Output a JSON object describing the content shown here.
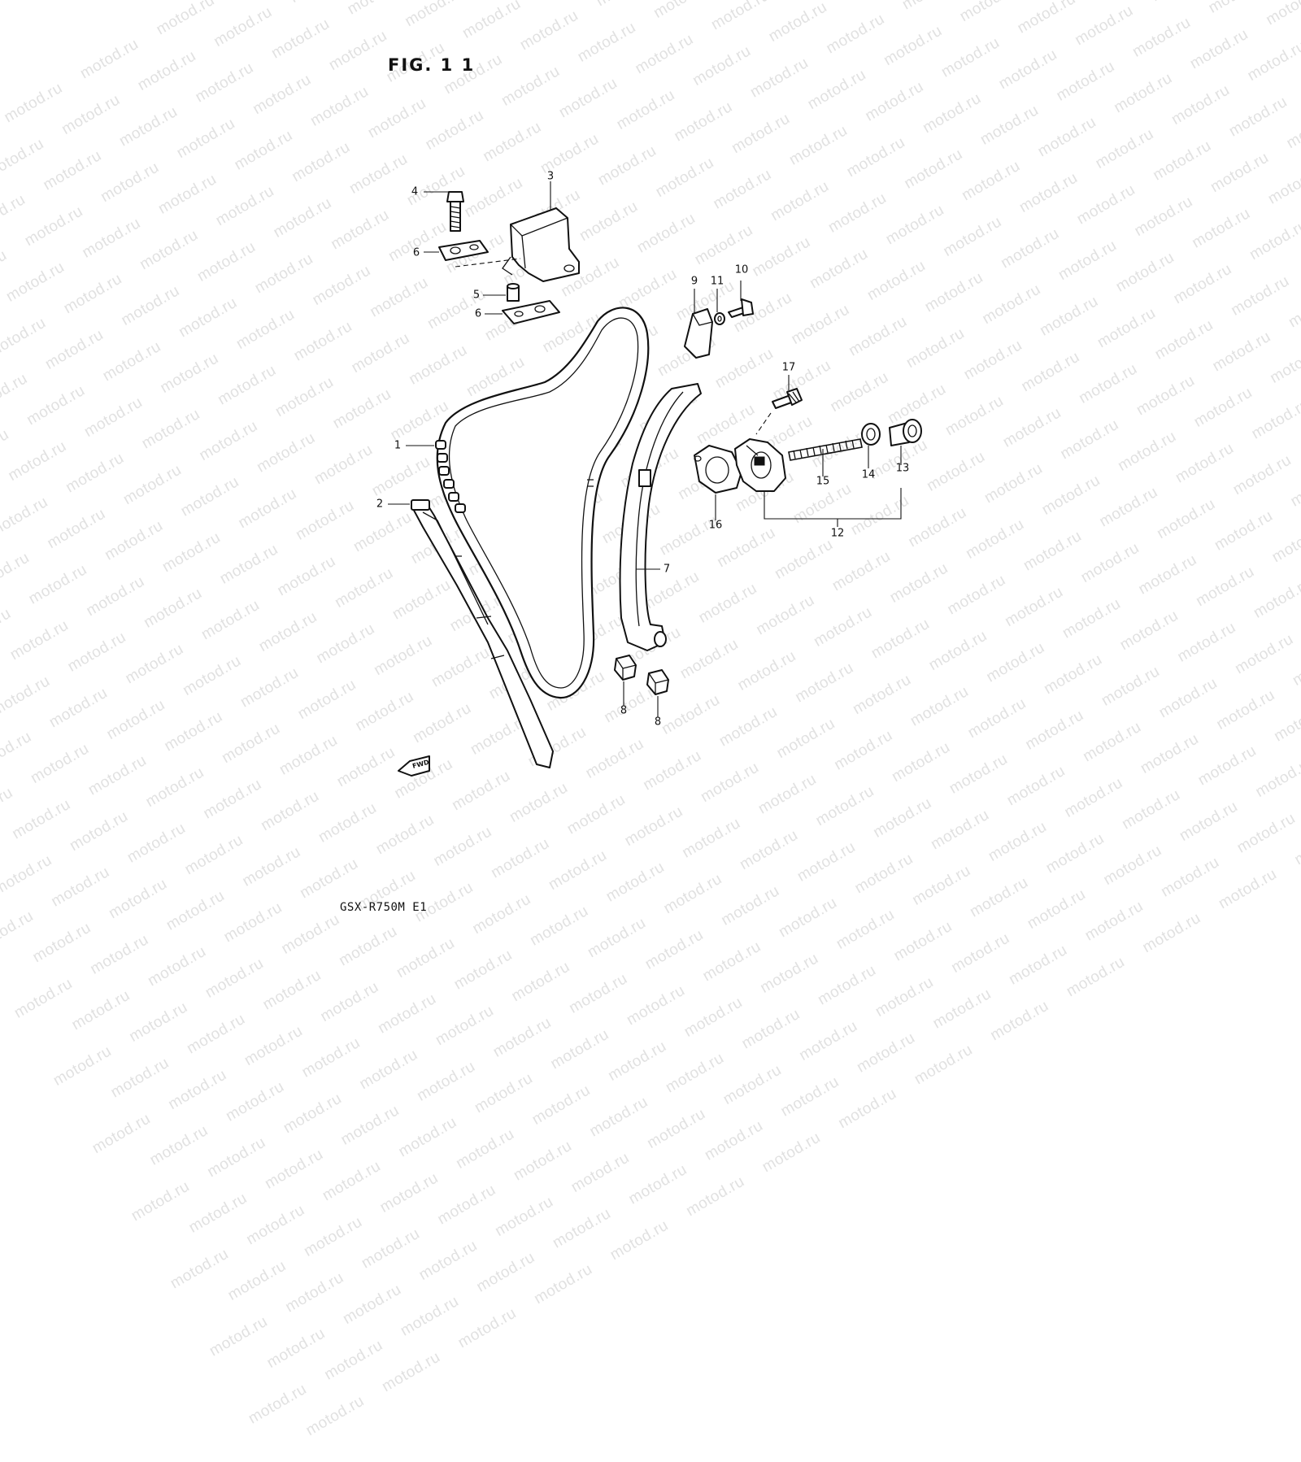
{
  "figure": {
    "title": "FIG. 1 1",
    "model_code": "GSX-R750M E1",
    "fwd_label": "FWD"
  },
  "watermark": {
    "text": "motod.ru"
  },
  "callouts": [
    {
      "id": "1",
      "label": "1"
    },
    {
      "id": "2",
      "label": "2"
    },
    {
      "id": "3",
      "label": "3"
    },
    {
      "id": "4",
      "label": "4"
    },
    {
      "id": "5",
      "label": "5"
    },
    {
      "id": "6a",
      "label": "6"
    },
    {
      "id": "6b",
      "label": "6"
    },
    {
      "id": "7",
      "label": "7"
    },
    {
      "id": "8a",
      "label": "8"
    },
    {
      "id": "8b",
      "label": "8"
    },
    {
      "id": "9",
      "label": "9"
    },
    {
      "id": "10",
      "label": "10"
    },
    {
      "id": "11",
      "label": "11"
    },
    {
      "id": "12",
      "label": "12"
    },
    {
      "id": "13",
      "label": "13"
    },
    {
      "id": "14",
      "label": "14"
    },
    {
      "id": "15",
      "label": "15"
    },
    {
      "id": "16",
      "label": "16"
    },
    {
      "id": "17",
      "label": "17"
    }
  ]
}
